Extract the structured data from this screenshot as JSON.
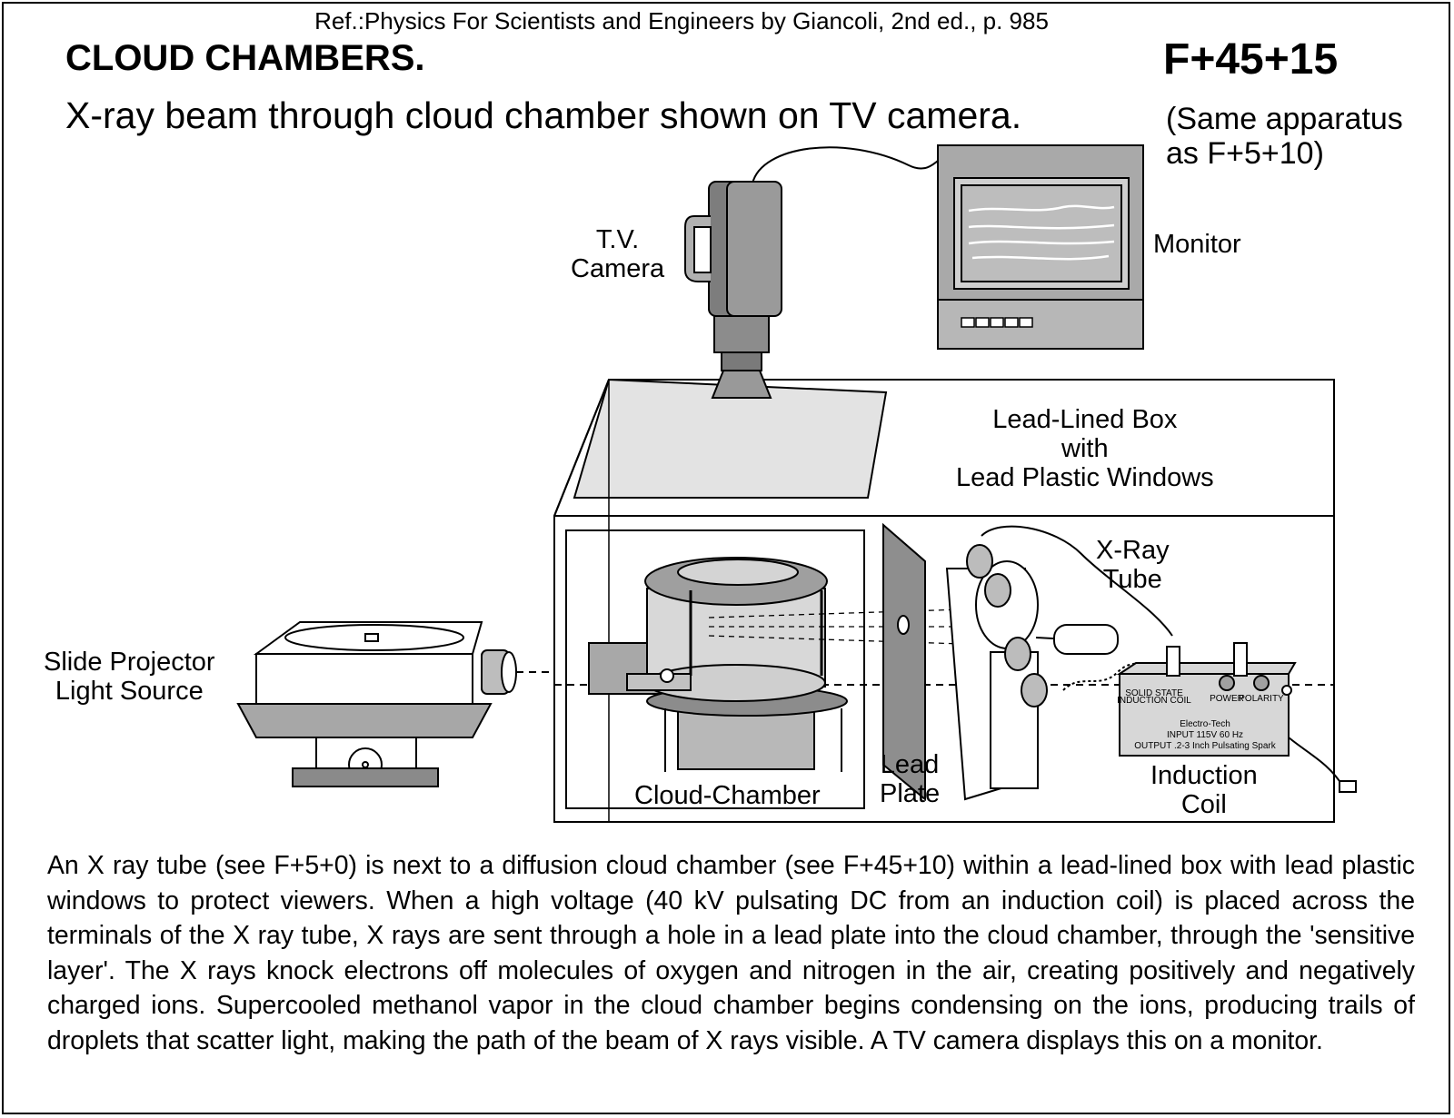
{
  "reference": "Ref.:Physics For Scientists and Engineers by Giancoli, 2nd ed., p. 985",
  "title": "CLOUD CHAMBERS.",
  "code": "F+45+15",
  "subtitle": "X-ray beam through cloud chamber shown on TV camera.",
  "note": "(Same apparatus\nas F+5+10)",
  "labels": {
    "tv_camera": "T.V.\nCamera",
    "monitor": "Monitor",
    "lead_lined_box": "Lead-Lined Box\nwith\nLead Plastic Windows",
    "xray_tube": "X-Ray\nTube",
    "slide_projector": "Slide Projector\nLight Source",
    "cloud_chamber": "Cloud-Chamber",
    "lead_plate": "Lead\nPlate",
    "induction_coil": "Induction\nCoil"
  },
  "coil_panel": {
    "badge": "SOLID STATE\nINDUCTION COIL",
    "power": "POWER",
    "polarity": "POLARITY",
    "maker": "Electro-Tech",
    "input": "INPUT 115V 60 Hz",
    "output": "OUTPUT .2-3 Inch Pulsating Spark"
  },
  "description": "An X ray tube (see F+5+0) is next to a diffusion cloud chamber (see F+45+10) within a lead-lined box with lead plastic windows to protect viewers. When a high voltage (40 kV pulsating DC from an induction coil) is placed across the terminals of the X ray tube, X rays are sent through a hole in a lead plate into the cloud chamber, through the 'sensitive layer'. The X rays knock electrons off molecules of oxygen and nitrogen in the air, creating positively and negatively charged ions. Supercooled methanol vapor in the cloud chamber begins condensing on the ions, producing trails of droplets that scatter light, making the path of the beam of X rays visible. A TV camera displays this on a monitor."
}
